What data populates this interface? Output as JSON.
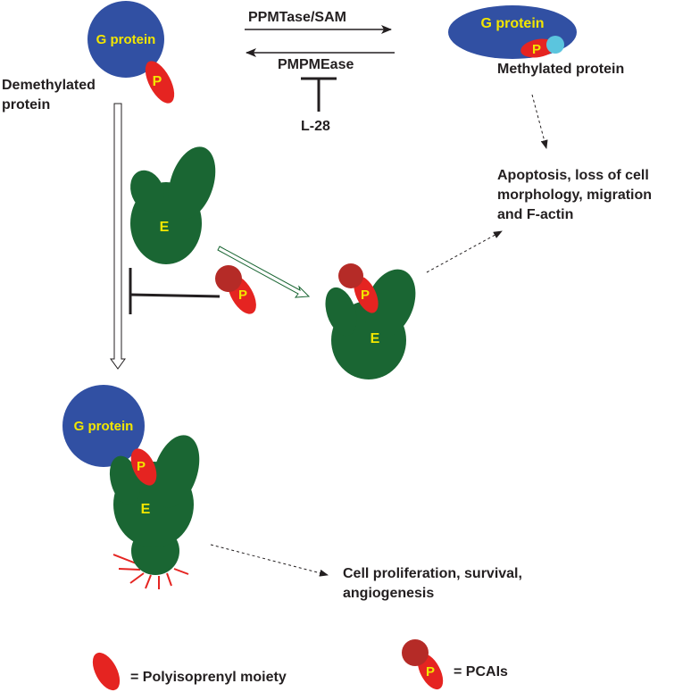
{
  "top": {
    "forward_label": "PPMTase/SAM",
    "reverse_label": "PMPMEase",
    "inhibitor_label": "L-28"
  },
  "demethylated": {
    "protein_text": "G protein",
    "p_text": "P",
    "caption_line1": "Demethylated",
    "caption_line2": "protein"
  },
  "methylated": {
    "protein_text": "G protein",
    "p_text": "P",
    "caption": "Methylated protein"
  },
  "outcome_top": {
    "line1": "Apoptosis, loss  of cell",
    "line2": "morphology, migration",
    "line3": "and F-actin"
  },
  "enzyme_free": {
    "e_text": "E"
  },
  "pcai_inhibitor": {
    "p_text": "P"
  },
  "enzyme_pcai": {
    "e_text": "E",
    "p_text": "P"
  },
  "complex": {
    "protein_text": "G protein",
    "p_text": "P",
    "e_text": "E"
  },
  "outcome_bottom": {
    "line1": "Cell proliferation, survival,",
    "line2": "angiogenesis"
  },
  "legend": {
    "polyisoprenyl_label": "= Polyisoprenyl moiety",
    "pcai_label": "= PCAIs",
    "pcai_p_text": "P"
  },
  "colors": {
    "g_protein": "#3150a3",
    "enzyme": "#1a6633",
    "polyisoprenyl": "#e52421",
    "pcai_head": "#b52b27",
    "methyl": "#5bc5de",
    "label_yellow": "#f2e600"
  }
}
